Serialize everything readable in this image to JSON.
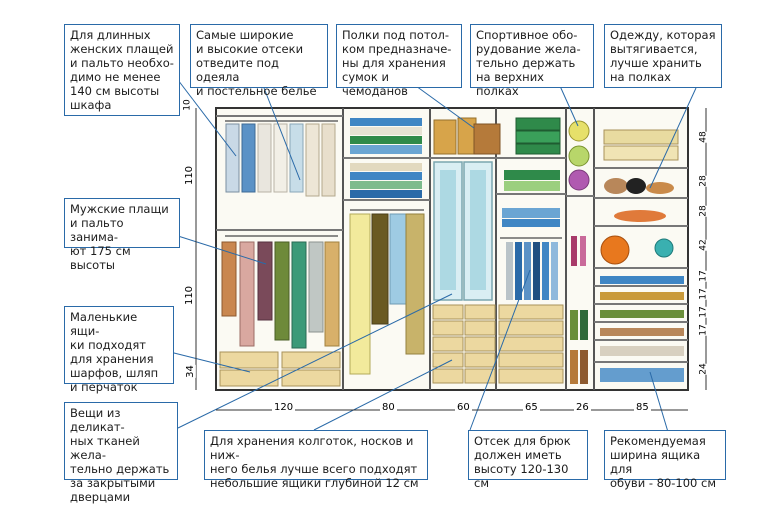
{
  "notes": {
    "long_coats": "Для длинных\nженских плащей\nи пальто необхо-\nдимо не менее\n140 см высоты\nшкафа",
    "wide_compartments": "Самые широкие\nи высокие отсеки\nотведите под одеяла\nи постельное белье",
    "ceiling_shelves": "Полки под потол-\nком предназначе-\nны для хранения\nсумок и чемоданов",
    "sport_equipment": "Спортивное обо-\nрудование жела-\nтельно держать\nна верхних полках",
    "stretch_clothes": "Одежду, которая\nвытягивается,\nлучше хранить\nна полках",
    "mens_coats": "Мужские плащи\nи пальто занима-\nют 175 см высоты",
    "small_drawers": "Маленькие ящи-\nки подходят\nдля хранения\nшарфов, шляп\nи перчаток",
    "delicate": "Вещи из деликат-\nных тканей жела-\nтельно держать\nза закрытыми\nдверцами",
    "underwear": "Для хранения колготок, носков и ниж-\nнего белья лучше всего подходят\nнебольшие ящики глубиной 12 см",
    "trousers": "Отсек для брюк\nдолжен иметь\nвысоту 120-130 см",
    "shoe_drawer": "Рекомендуемая\nширина ящика для\nобуви - 80-100 см"
  },
  "dimensions": {
    "bottom": [
      "120",
      "80",
      "60",
      "65",
      "26",
      "85"
    ],
    "left": [
      "10",
      "110",
      "110",
      "34"
    ],
    "right": [
      "48",
      "28",
      "28",
      "42",
      "17",
      "17",
      "17",
      "17",
      "24"
    ]
  },
  "colors": {
    "note_border": "#2a6aa8",
    "wardrobe_outline": "#333333",
    "wood": "#e6cf8c",
    "shelf_blue": "#3f86c4",
    "green": "#2f8a4a"
  }
}
